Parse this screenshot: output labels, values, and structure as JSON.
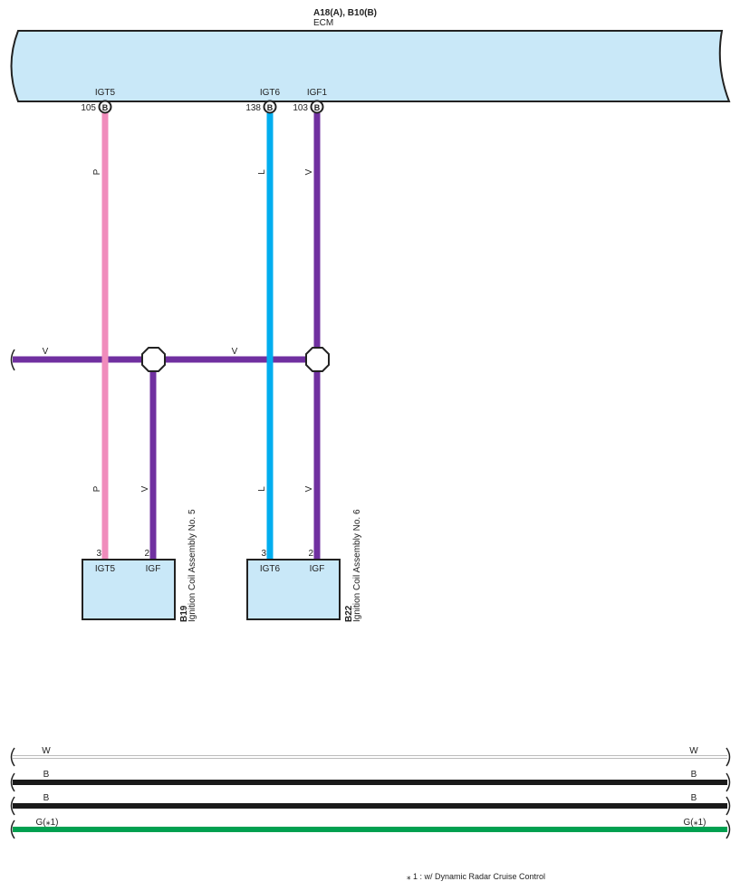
{
  "ecm": {
    "connectors": "A18(A), B10(B)",
    "name": "ECM",
    "pins": [
      {
        "signal": "IGT5",
        "number": "105",
        "connector": "B"
      },
      {
        "signal": "IGT6",
        "number": "138",
        "connector": "B"
      },
      {
        "signal": "IGF1",
        "number": "103",
        "connector": "B"
      }
    ]
  },
  "wires": {
    "igt5_color": "P",
    "igt6_color": "L",
    "igf1_color": "V",
    "bus_left_color": "V",
    "bus_mid_color": "V",
    "coil5_igf_color": "V",
    "coil6_igf_color": "V",
    "igt5_lower_color": "P",
    "igt6_lower_color": "L"
  },
  "components": [
    {
      "code": "B19",
      "name": "Ignition Coil Assembly No. 5",
      "pins": [
        {
          "number": "3",
          "signal": "IGT5"
        },
        {
          "number": "2",
          "signal": "IGF"
        }
      ]
    },
    {
      "code": "B22",
      "name": "Ignition Coil Assembly No. 6",
      "pins": [
        {
          "number": "3",
          "signal": "IGT6"
        },
        {
          "number": "2",
          "signal": "IGF"
        }
      ]
    }
  ],
  "legend_wires": [
    {
      "left": "W",
      "right": "W",
      "color": "#ffffff"
    },
    {
      "left": "B",
      "right": "B",
      "color": "#1a1a1a"
    },
    {
      "left": "B",
      "right": "B",
      "color": "#1a1a1a"
    },
    {
      "left": "G(⁎1)",
      "right": "G(⁎1)",
      "color": "#00a050"
    }
  ],
  "footnote": "⁎ 1 : w/ Dynamic Radar Cruise Control",
  "colors": {
    "component_fill": "#c9e8f8",
    "pink": "#f08cbc",
    "blue": "#00aeef",
    "violet": "#7030a0",
    "green": "#00a050",
    "black": "#1a1a1a"
  }
}
